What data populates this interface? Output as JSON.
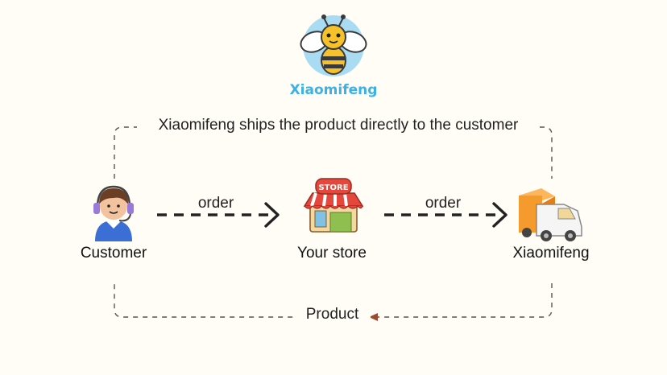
{
  "brand": {
    "name": "Xiaomifeng"
  },
  "flow": {
    "top_caption": "Xiaomifeng ships the product directly to the customer",
    "bottom_caption": "Product",
    "order_label_1": "order",
    "order_label_2": "order"
  },
  "nodes": {
    "customer": "Customer",
    "store": "Your store",
    "store_sign": "STORE",
    "supplier": "Xiaomifeng"
  },
  "colors": {
    "background": "#fffdf6",
    "brand_blue": "#3ab2e6",
    "dashed_line": "#555555",
    "arrow": "#222222"
  }
}
